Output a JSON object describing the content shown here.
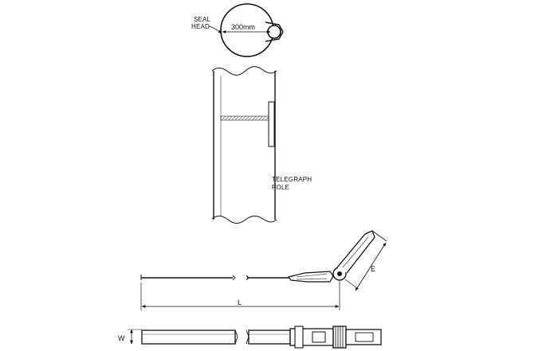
{
  "labels": {
    "seal_head_line1": "SEAL",
    "seal_head_line2": "HEAD",
    "diameter": "300mm",
    "pole_line1": "TELEGRAPH",
    "pole_line2": "POLE",
    "dim_e": "E",
    "dim_l": "L",
    "dim_w": "W"
  }
}
